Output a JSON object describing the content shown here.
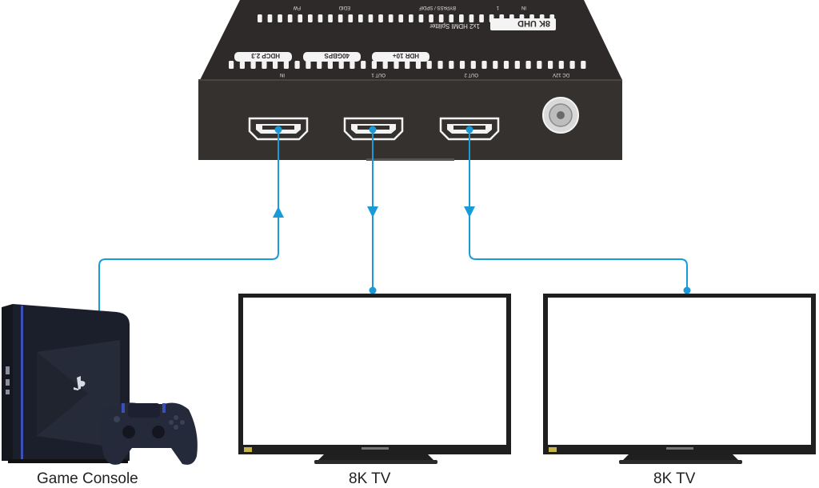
{
  "device": {
    "badge": "8K UHD",
    "model": "1x2 HDMI Splitter",
    "top_labels": [
      "FW",
      "EDID",
      "BYPASS / SPDIF",
      "1",
      "IN"
    ],
    "feature_badges": [
      "HDCP 2.3",
      "40GBPS",
      "HDR 10+"
    ],
    "port_labels": [
      "IN",
      "OUT 1",
      "OUT 2",
      "DC 12V"
    ]
  },
  "captions": {
    "source": "Game Console",
    "display_1": "8K TV",
    "display_2": "8K TV"
  },
  "colors": {
    "cable": "#1a9bd7",
    "device_body": "#33302f",
    "device_top": "#2b2827",
    "tv_bezel": "#1f1f1f",
    "console_body": "#1b1f2c",
    "console_accent": "#3a4fb8"
  }
}
